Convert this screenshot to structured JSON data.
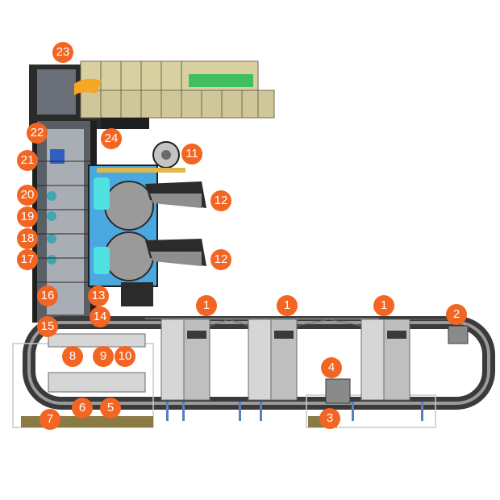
{
  "callouts": {
    "c1a": "1",
    "c1b": "1",
    "c1c": "1",
    "c2": "2",
    "c3": "3",
    "c4": "4",
    "c5": "5",
    "c6": "6",
    "c7": "7",
    "c8": "8",
    "c9": "9",
    "c10": "10",
    "c11": "11",
    "c12a": "12",
    "c12b": "12",
    "c13": "13",
    "c14": "14",
    "c15": "15",
    "c16": "16",
    "c17": "17",
    "c18": "18",
    "c19": "19",
    "c20": "20",
    "c21": "21",
    "c22": "22",
    "c23": "23",
    "c24": "24"
  },
  "colors": {
    "callout": "#f26522",
    "conveyor_frame": "#3a3a3a",
    "conveyor_belt": "#9a9a9a",
    "machine_body": "#d6d6d6",
    "tray_fill": "#d8d0a0",
    "tray_highlight": "#3fbf5f",
    "turntable_blue": "#4aa8e0",
    "cyan_part": "#4fe0e0",
    "gripper_orange": "#f5a623"
  }
}
